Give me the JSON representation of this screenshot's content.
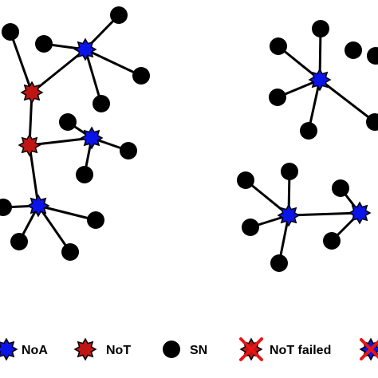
{
  "legend": {
    "noa_label": "NoA",
    "not_label": "NoT",
    "sn_label": "SN",
    "not_failed_label": "NoT failed"
  },
  "colors": {
    "noa": "#0b14e8",
    "not": "#c01515",
    "sn": "#000000",
    "failed_cross": "#e81414"
  },
  "node_types": [
    "NoA",
    "NoT",
    "SN",
    "NoT failed"
  ]
}
